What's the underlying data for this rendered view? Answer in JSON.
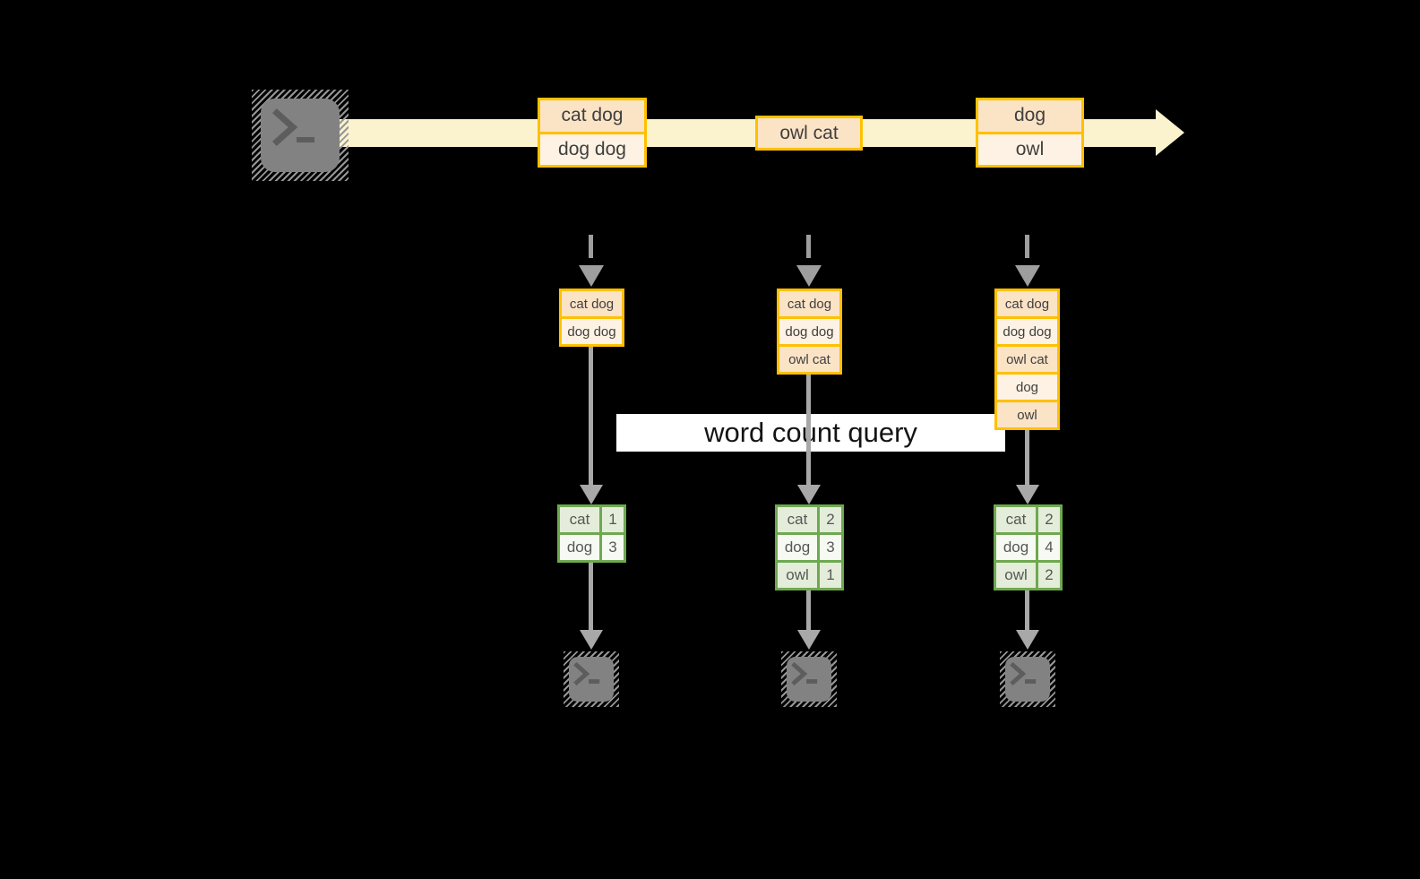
{
  "query_band": {
    "label": "word count query"
  },
  "stream": {
    "events": [
      {
        "rows": [
          "cat dog",
          "dog dog"
        ]
      },
      {
        "rows": [
          "owl cat"
        ]
      },
      {
        "rows": [
          "dog",
          "owl"
        ]
      }
    ]
  },
  "snapshots": [
    {
      "buffer": [
        "cat dog",
        "dog dog"
      ],
      "table": {
        "rows": [
          {
            "word": "cat",
            "count": "1"
          },
          {
            "word": "dog",
            "count": "3"
          }
        ]
      }
    },
    {
      "buffer": [
        "cat dog",
        "dog dog",
        "owl cat"
      ],
      "table": {
        "rows": [
          {
            "word": "cat",
            "count": "2"
          },
          {
            "word": "dog",
            "count": "3"
          },
          {
            "word": "owl",
            "count": "1"
          }
        ]
      }
    },
    {
      "buffer": [
        "cat dog",
        "dog dog",
        "owl cat",
        "dog",
        "owl"
      ],
      "table": {
        "rows": [
          {
            "word": "cat",
            "count": "2"
          },
          {
            "word": "dog",
            "count": "4"
          },
          {
            "word": "owl",
            "count": "2"
          }
        ]
      }
    }
  ],
  "icons": {
    "source": "terminal-prompt-icon",
    "sinks": [
      "terminal-prompt-icon",
      "terminal-prompt-icon",
      "terminal-prompt-icon"
    ]
  },
  "colors": {
    "background": "#000000",
    "stream_band": "#FBF2CE",
    "orange_border": "#FFC000",
    "row_peach": "#FBE3C6",
    "row_cream": "#FDF2E3",
    "green_border": "#6FA850",
    "green_cell": "#E3EDD9",
    "green_cell_light": "#F6FAF2",
    "arrow_gray": "#A8A8A8",
    "dash_gray": "#9E9E9E",
    "terminal_gray": "#828282",
    "terminal_glyph": "#5D5D5D",
    "hatch_gray": "#969696",
    "box_text": "#3F3F3F",
    "table_text": "#575757",
    "query_text": "#141414"
  }
}
